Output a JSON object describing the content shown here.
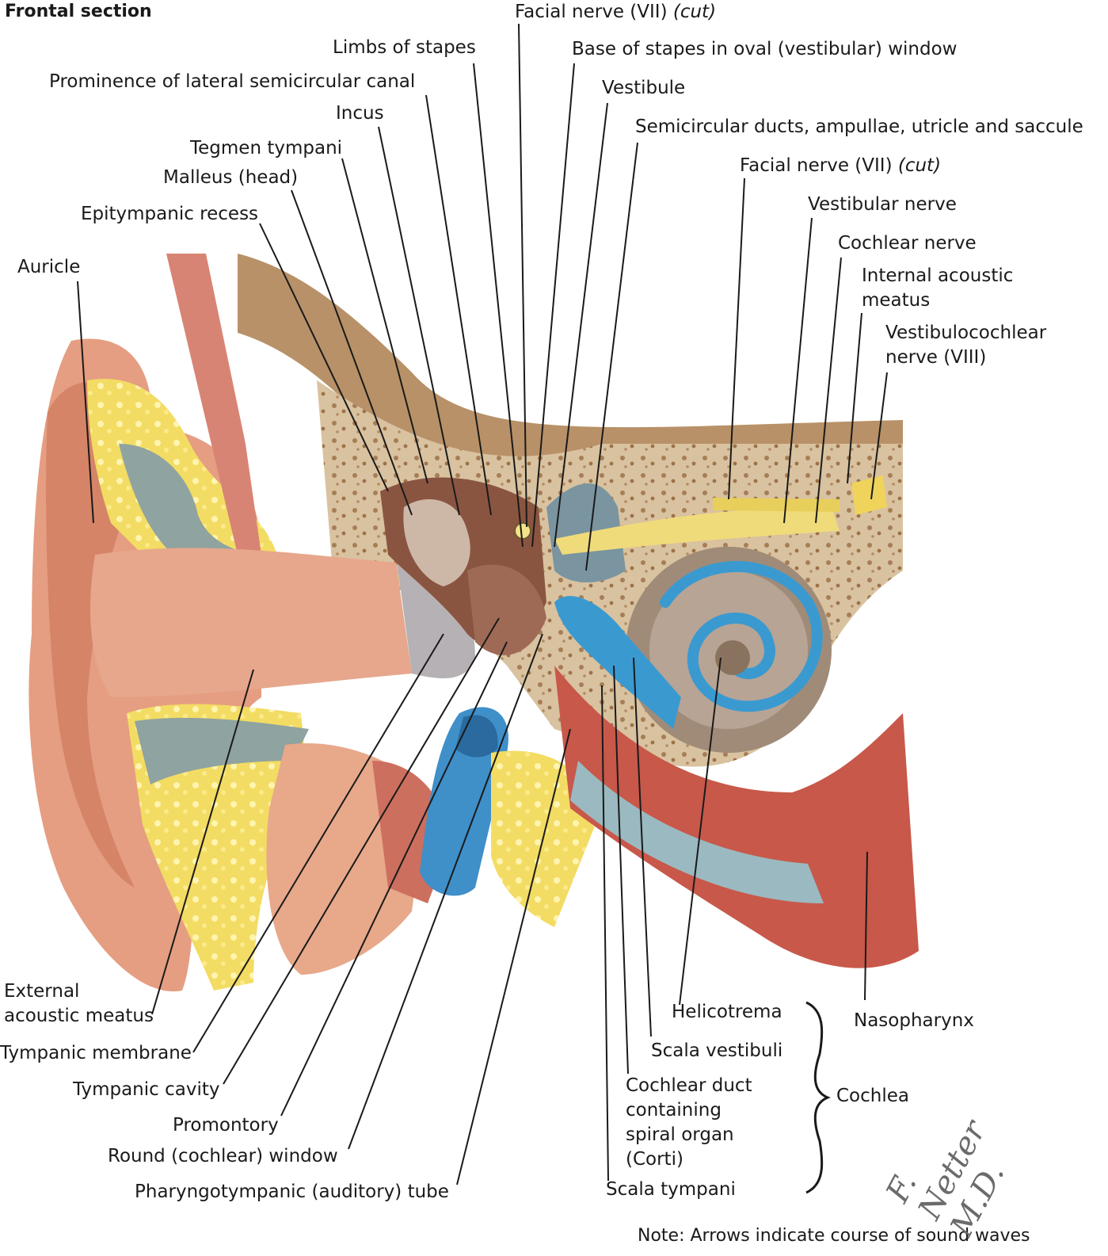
{
  "title": "Frontal section",
  "labels": {
    "facial_nerve_top": "Facial nerve (VII)",
    "facial_nerve_top_cut": "(cut)",
    "limbs_of_stapes": "Limbs of stapes",
    "base_of_stapes": "Base of stapes in oval (vestibular) window",
    "prominence_lateral_canal": "Prominence of lateral semicircular canal",
    "vestibule": "Vestibule",
    "incus": "Incus",
    "semicircular_ducts": "Semicircular ducts, ampullae, utricle and saccule",
    "tegmen_tympani": "Tegmen tympani",
    "malleus_head": "Malleus (head)",
    "facial_nerve_right": "Facial nerve (VII)",
    "facial_nerve_right_cut": "(cut)",
    "epitympanic_recess": "Epitympanic recess",
    "vestibular_nerve": "Vestibular nerve",
    "cochlear_nerve": "Cochlear nerve",
    "auricle": "Auricle",
    "internal_acoustic_meatus_1": "Internal acoustic",
    "internal_acoustic_meatus_2": "meatus",
    "vestibulocochlear_1": "Vestibulocochlear",
    "vestibulocochlear_2": "nerve (VIII)",
    "external_acoustic_1": "External",
    "external_acoustic_2": "acoustic meatus",
    "tympanic_membrane": "Tympanic membrane",
    "tympanic_cavity": "Tympanic cavity",
    "promontory": "Promontory",
    "round_window": "Round (cochlear) window",
    "pharyngotympanic_tube": "Pharyngotympanic (auditory) tube",
    "helicotrema": "Helicotrema",
    "nasopharynx": "Nasopharynx",
    "scala_vestibuli": "Scala vestibuli",
    "cochlear_duct_1": "Cochlear duct",
    "cochlear_duct_2": "containing",
    "cochlear_duct_3": "spiral organ",
    "cochlear_duct_4": "(Corti)",
    "cochlea": "Cochlea",
    "scala_tympani": "Scala tympani"
  },
  "note": "Note: Arrows indicate course of sound waves",
  "signature": "F. Netter M.D."
}
